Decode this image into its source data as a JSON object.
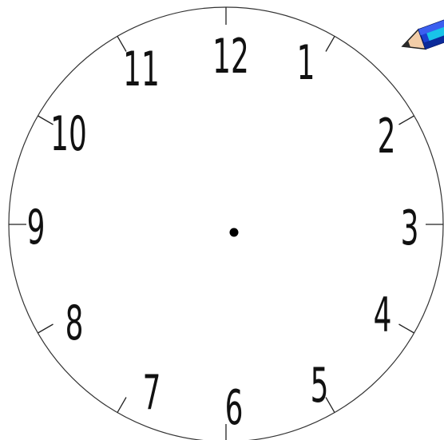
{
  "clock": {
    "numerals": [
      "12",
      "1",
      "2",
      "3",
      "4",
      "5",
      "6",
      "7",
      "8",
      "9",
      "10",
      "11"
    ],
    "colors": {
      "face_stroke": "#333333",
      "ticks": "#222222",
      "numerals": "#111111",
      "center_dot": "#000000"
    }
  },
  "decoration": {
    "icon": "pencil-icon",
    "colors": {
      "body": "#1a3fd0",
      "stripe": "#0b2a9a",
      "band": "#19c4e8",
      "wood": "#f2cda8",
      "lead": "#2a2a2a"
    }
  }
}
